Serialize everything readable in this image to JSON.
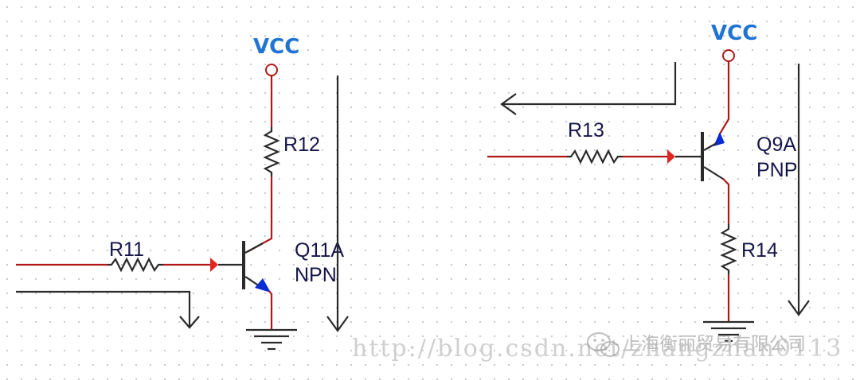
{
  "npn_circuit": {
    "supply_label": "VCC",
    "collector_resistor": "R12",
    "base_resistor": "R11",
    "transistor_name": "Q11A",
    "transistor_type": "NPN"
  },
  "pnp_circuit": {
    "supply_label": "VCC",
    "base_resistor": "R13",
    "collector_resistor": "R14",
    "transistor_name": "Q9A",
    "transistor_type": "PNP"
  },
  "watermark": {
    "url": "http://blog.csdn.net/zhangzhan0113",
    "account": "上海衡丽贸易有限公司"
  },
  "colors": {
    "wire_red": "#b01818",
    "vcc_blue": "#1e73d4",
    "arrow_blue": "#0a2ad4",
    "label_navy": "#15154a",
    "grid_dot": "#c4c4c4"
  }
}
